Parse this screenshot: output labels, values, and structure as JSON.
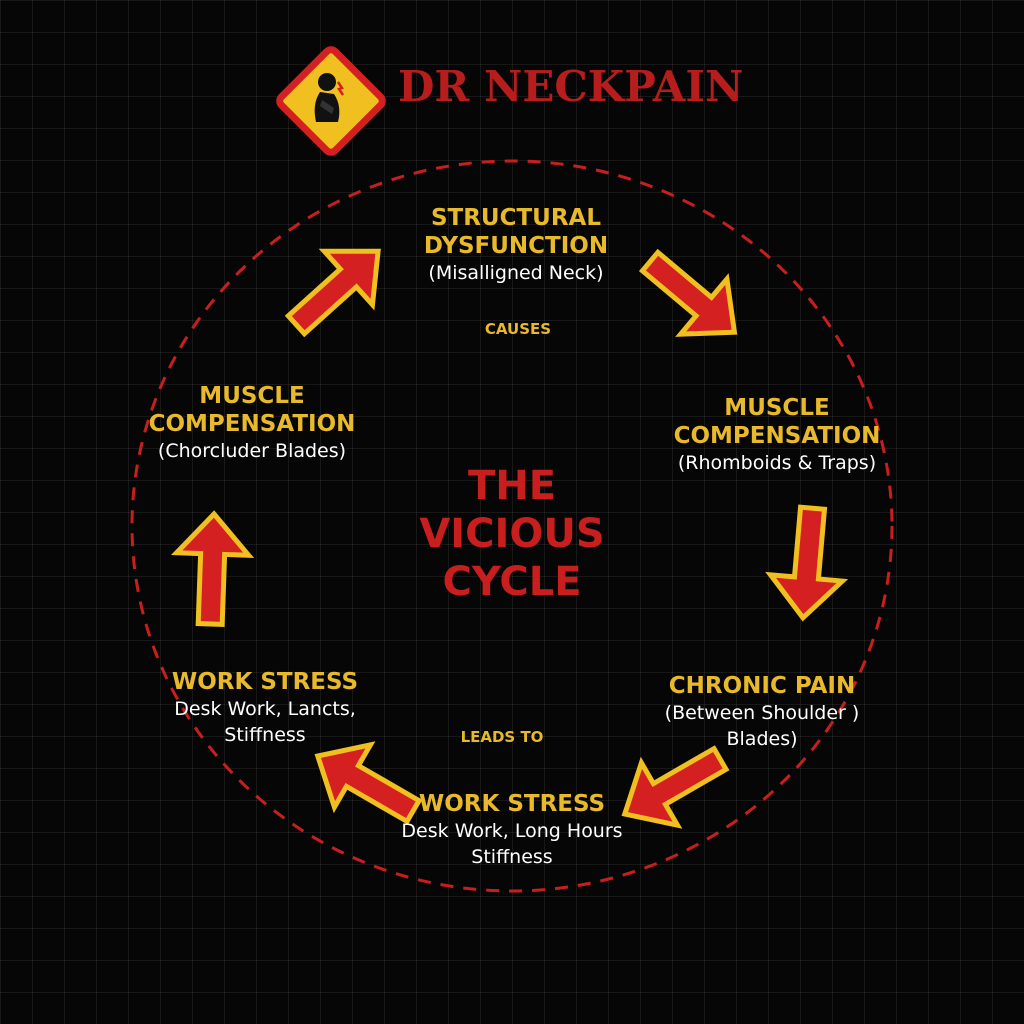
{
  "header": {
    "brand": "DR NECKPAIN"
  },
  "center": {
    "lines": [
      "THE",
      "VICIOUS",
      "CYCLE"
    ]
  },
  "nodes": {
    "top": {
      "title_lines": [
        "STRUCTURAL",
        "DYSFUNCTION"
      ],
      "subtitle_lines": [
        "(Misalligned Neck)"
      ]
    },
    "right": {
      "title_lines": [
        "MUSCLE",
        "COMPENSATION"
      ],
      "subtitle_lines": [
        "(Rhomboids & Traps)"
      ]
    },
    "lower_right": {
      "title_lines": [
        "CHRONIC PAIN"
      ],
      "subtitle_lines": [
        "(Between Shoulder )",
        "Blades)"
      ]
    },
    "bottom": {
      "title_lines": [
        "WORK STRESS"
      ],
      "subtitle_lines": [
        "Desk Work, Long Hours",
        "Stiffness"
      ]
    },
    "lower_left": {
      "title_lines": [
        "WORK STRESS"
      ],
      "subtitle_lines": [
        "Desk Work, Lancts,",
        "Stiffness"
      ]
    },
    "left": {
      "title_lines": [
        "MUSCLE",
        "COMPENSATION"
      ],
      "subtitle_lines": [
        "(Chorcluder Blades)"
      ]
    }
  },
  "connectors": {
    "causes": "CAUSES",
    "leads_to": "LEADS TO"
  },
  "colors": {
    "accent_red": "#d42020",
    "accent_yellow": "#f0c020",
    "text_gold": "#e8b92a",
    "title_red": "#c81e1e",
    "background": "#060606"
  },
  "icons": {
    "logo": "warning-diamond-neck-pain-icon",
    "arrows": "curved-arrow-icon"
  }
}
